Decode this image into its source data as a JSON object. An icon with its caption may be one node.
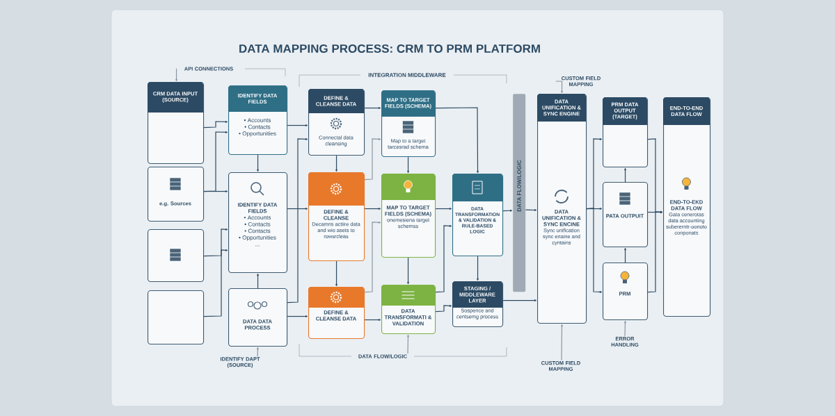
{
  "diagram": {
    "title": "DATA MAPPING PROCESS: CRM TO PRM PLATFORM",
    "nodes": [
      {
        "text": [
          "CRM DATA INPUT (SOURCE)"
        ]
      },
      {
        "text": [
          "e.g. Sources"
        ]
      },
      {
        "text": [],
        "shape": "box"
      },
      {
        "text": [],
        "shape": "box"
      },
      {
        "text": [
          "IDENTIFY DATA FIELDS",
          "• Accounts",
          "• Contacts",
          "• Opportunities"
        ]
      },
      {
        "text": [
          "IDENTIFY DATA FIELDS",
          "• Accounts",
          "• Contacts",
          "• Contacts",
          "• Opportunities",
          "..."
        ]
      },
      {
        "text": [
          "DATA DATA PROCESS"
        ]
      },
      {
        "text": [
          "DEFINE & CLEANSE DATA",
          "Connectal data cleansing"
        ]
      },
      {
        "text": [
          "DEFINE & CLEANSE",
          "Decamns actiire data and wio asets to rowsrcleas"
        ]
      },
      {
        "text": [
          "DEFINE & CLEANSE DATA"
        ]
      },
      {
        "text": [
          "MAP TO TARGET FIELDS (SCHEMA)",
          "Map to a target tarcesrad schema"
        ]
      },
      {
        "text": [
          "MAP TO TARGET FIELDS (SCHEMA)",
          "onemesiena target schemss"
        ]
      },
      {
        "text": [
          "DATA TRANSFORMATI & VALIDATION"
        ]
      },
      {
        "text": [
          "DATA TRANSFORMATION & VALIDATION & RULE-BASED LOGIC"
        ]
      },
      {
        "text": [
          "STAGING / MIDDLEWARE LAYER",
          "Sospence and centsemg process"
        ]
      },
      {
        "text": [
          "DATA FLOW/LOGIC"
        ]
      },
      {
        "text": [
          "DATA UNIFICATION & SYNC ENGINE",
          "DATA UNIFICATION & SYNC ENCINE",
          "Sync unification sync enaine and cyntains"
        ]
      },
      {
        "text": [
          "PRM DATA OUTPUT (TARGET)"
        ]
      },
      {
        "text": [
          "PATA OUTPUIT"
        ]
      },
      {
        "text": [
          "PRM"
        ]
      },
      {
        "text": [
          "END-TO-END DATA FLOW",
          "END-TO-EKD DATA FLOW",
          "Gata cenerotas data accounting subererntr-oonoto conponats"
        ]
      },
      {
        "text": [
          "API CONNECTIONS"
        ]
      },
      {
        "text": [
          "IDENTIFY DAPT (SOURCE)"
        ]
      },
      {
        "text": [
          "DATA FLOW/LOGIC"
        ]
      },
      {
        "text": [
          "CUSTOM FIELD MAPPING"
        ]
      },
      {
        "text": [
          "CUSTOM FIELD MAPPING"
        ]
      },
      {
        "text": [
          "ERROR HANDLING"
        ]
      }
    ],
    "edges": [
      {
        "from": 0,
        "to": 4,
        "arrow": "to"
      },
      {
        "from": 1,
        "to": 4,
        "arrow": "to"
      },
      {
        "from": 1,
        "to": 5,
        "arrow": "to"
      },
      {
        "from": 2,
        "to": 5,
        "arrow": "to"
      },
      {
        "from": 3,
        "to": 5,
        "arrow": "to"
      },
      {
        "from": 4,
        "to": 5,
        "arrow": "to"
      },
      {
        "from": 6,
        "to": 5,
        "arrow": "to"
      },
      {
        "from": 4,
        "to": 7,
        "arrow": "to"
      },
      {
        "from": 5,
        "to": 8,
        "arrow": "to"
      },
      {
        "from": 6,
        "to": 9,
        "arrow": "to"
      },
      {
        "from": 6,
        "to": 7,
        "arrow": "to"
      },
      {
        "from": 7,
        "to": 8,
        "arrow": "to"
      },
      {
        "from": 8,
        "to": 9,
        "arrow": "to"
      },
      {
        "from": 7,
        "to": 10,
        "arrow": "to"
      },
      {
        "from": 8,
        "to": 10,
        "arrow": "to",
        "color": "#8a96a3"
      },
      {
        "from": 8,
        "to": 11,
        "arrow": "to"
      },
      {
        "from": 9,
        "to": 11,
        "arrow": "to",
        "color": "#8a96a3"
      },
      {
        "from": 9,
        "to": 12,
        "arrow": "to"
      },
      {
        "from": 10,
        "to": 11,
        "arrow": "to"
      },
      {
        "from": 10,
        "to": 13,
        "arrow": "to"
      },
      {
        "from": 11,
        "to": 12,
        "arrow": "to"
      },
      {
        "from": 11,
        "to": 13,
        "arrow": "to"
      },
      {
        "from": 12,
        "to": 13,
        "arrow": "to"
      },
      {
        "from": 12,
        "to": 14,
        "arrow": "to"
      },
      {
        "from": 13,
        "to": 14,
        "arrow": "to"
      },
      {
        "from": 13,
        "to": 15,
        "arrow": "to"
      },
      {
        "from": 14,
        "to": 16,
        "arrow": "to"
      },
      {
        "from": 15,
        "to": 16,
        "arrow": "to"
      },
      {
        "from": 16,
        "to": 17,
        "arrow": "to"
      },
      {
        "from": 16,
        "to": 18,
        "arrow": "to"
      },
      {
        "from": 16,
        "to": 19,
        "arrow": "to"
      },
      {
        "from": 17,
        "to": 20,
        "arrow": "to"
      },
      {
        "from": 18,
        "to": 20,
        "arrow": "to"
      },
      {
        "from": 19,
        "to": 20,
        "arrow": "to"
      },
      {
        "from": 19,
        "to": 18,
        "arrow": "to"
      },
      {
        "from": 18,
        "to": 17,
        "arrow": "to"
      },
      {
        "from": 21,
        "to": 0,
        "arrow": "to",
        "color": "#8a96a3"
      },
      {
        "from": 22,
        "to": 6,
        "arrow": "to",
        "color": "#8a96a3"
      },
      {
        "from": 23,
        "to": 12,
        "arrow": "to",
        "color": "#8a96a3"
      },
      {
        "from": 24,
        "to": 16,
        "arrow": "to",
        "color": "#8a96a3"
      },
      {
        "from": 25,
        "to": 16,
        "arrow": "to",
        "color": "#8a96a3"
      },
      {
        "from": 26,
        "to": 19,
        "arrow": "to",
        "color": "#8a96a3"
      }
    ],
    "labels": [
      "INTEGRATION MIDDLEWARE"
    ]
  }
}
